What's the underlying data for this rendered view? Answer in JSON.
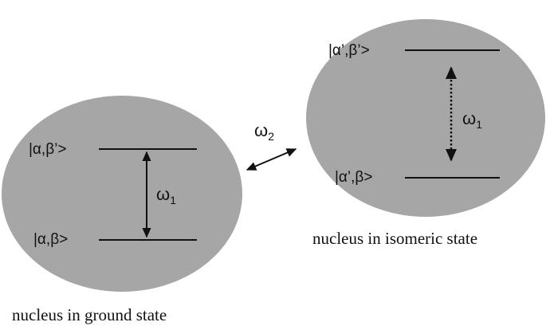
{
  "ground_nucleus": {
    "upper_state": "|α,β’>",
    "lower_state": "|α,β>",
    "transition": "ω",
    "transition_sub": "1",
    "caption": "nucleus in ground state"
  },
  "isomeric_nucleus": {
    "upper_state": "|α’,β’>",
    "lower_state": "|α’,β>",
    "transition": "ω",
    "transition_sub": "1",
    "caption": "nucleus in isomeric state"
  },
  "coupling": {
    "symbol": "ω",
    "symbol_sub": "2"
  },
  "colors": {
    "nucleus_fill": "#a6a6a6",
    "line": "#111111"
  }
}
